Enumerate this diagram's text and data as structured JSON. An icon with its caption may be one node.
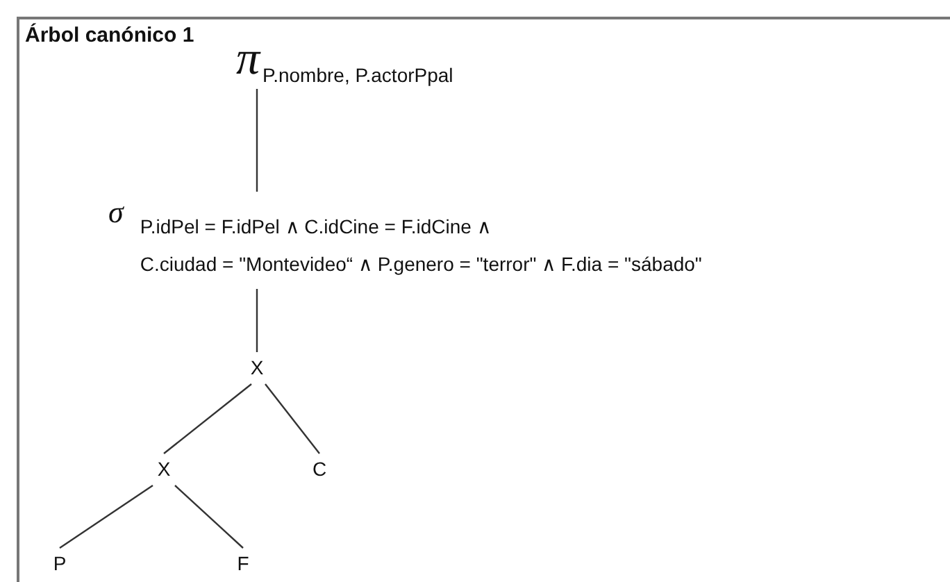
{
  "diagram": {
    "title": "Árbol canónico 1",
    "nodes": [
      {
        "text": [
          "π",
          "P.nombre, P.actorPpal"
        ]
      },
      {
        "text": [
          "σ",
          "P.idPel = F.idPel ∧ C.idCine = F.idCine ∧",
          "C.ciudad = \"Montevideo“ ∧ P.genero = \"terror\" ∧ F.dia = \"sábado\""
        ]
      },
      {
        "text": [
          "X"
        ]
      },
      {
        "text": [
          "X"
        ]
      },
      {
        "text": [
          "C"
        ]
      },
      {
        "text": [
          "P"
        ]
      },
      {
        "text": [
          "F"
        ]
      }
    ],
    "edges": [
      {
        "from": 0,
        "to": 1,
        "arrow": "none"
      },
      {
        "from": 1,
        "to": 2,
        "arrow": "none"
      },
      {
        "from": 2,
        "to": 3,
        "arrow": "none"
      },
      {
        "from": 2,
        "to": 4,
        "arrow": "none"
      },
      {
        "from": 3,
        "to": 5,
        "arrow": "none"
      },
      {
        "from": 3,
        "to": 6,
        "arrow": "none"
      }
    ]
  }
}
